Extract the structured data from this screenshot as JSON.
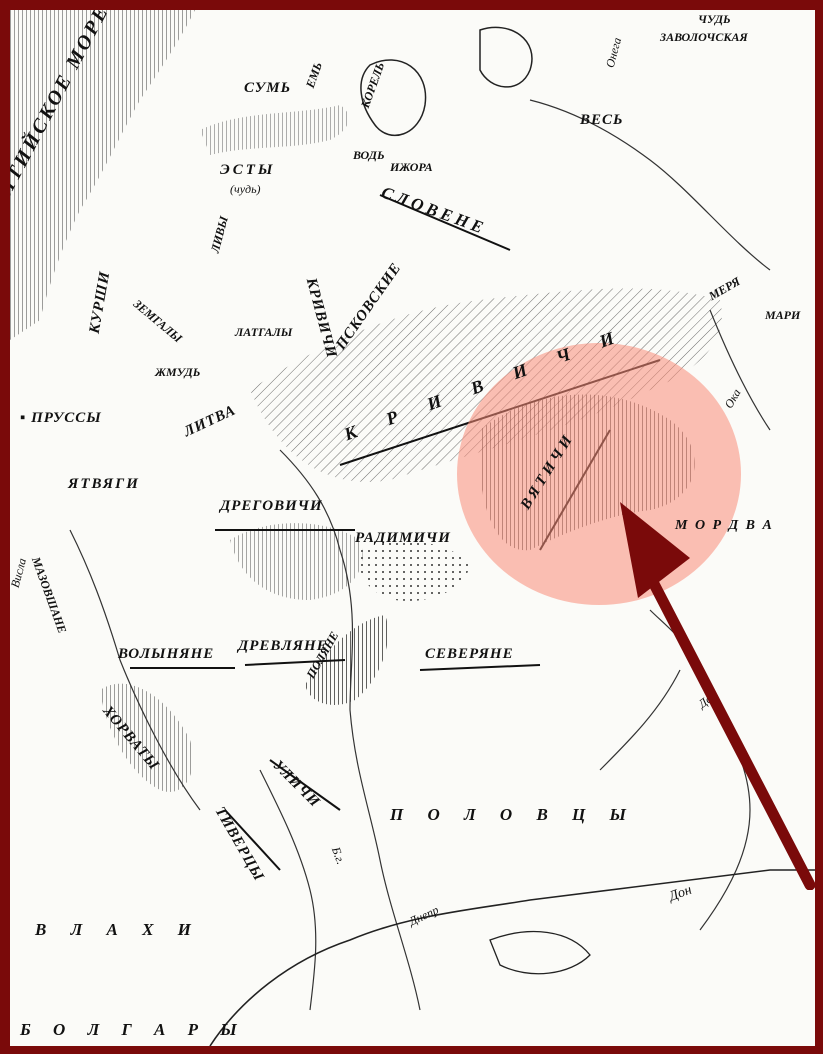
{
  "labels": {
    "sea": "БАЛТИЙСКОЕ МОРЕ",
    "sum": "СУМЬ",
    "em": "ЕМЬ",
    "koreli": "КОРЕЛЬ",
    "onega": "Онега",
    "chud_zav_1": "ЧУДЬ",
    "chud_zav_2": "ЗАВОЛОЧСКАЯ",
    "ves": "ВЕСЬ",
    "vod": "ВОДЬ",
    "izhora": "ИЖОРА",
    "esty": "ЭСТЫ",
    "chud": "(чудь)",
    "slovene": "СЛОВЕНЕ",
    "livy": "ЛИВЫ",
    "krivichi": "КРИВИЧИ",
    "kurshi": "КУРШИ",
    "zemgaly": "ЗЕМГАЛЫ",
    "latgaly": "ЛАТГАЛЫ",
    "pskovskie": "ПСКОВСКИЕ",
    "merya": "МЕРЯ",
    "mari": "МАРИ",
    "zhmud": "ЖМУДЬ",
    "prussy": "ПРУССЫ",
    "litva": "ЛИТВА",
    "krivichi_wide": "К Р И В И Ч И",
    "oka": "Ока",
    "vyatichi": "ВЯТИЧИ",
    "yatvyagi": "ЯТВЯГИ",
    "dregovichi": "ДРЕГОВИЧИ",
    "radimichi": "РАДИМИЧИ",
    "mordva": "М О Р Д В А",
    "mazovshane": "МАЗОВШАНЕ",
    "visla": "Висла",
    "volynyane": "ВОЛЫНЯНЕ",
    "drevlyane": "ДРЕВЛЯНЕ",
    "polyane": "ПОЛЯНЕ",
    "severyane": "СЕВЕРЯНЕ",
    "don_upper": "Дон",
    "horvaty": "ХОРВАТЫ",
    "ulichi": "УЛИЧИ",
    "tivertsy": "ТИВЕРЦЫ",
    "bug": "Б.г.",
    "polovtsy": "П О Л О В Ц Ы",
    "dnepr": "Днепр",
    "don_lower": "Дон",
    "vlahi": "В Л А Х И",
    "bolgary": "Б О Л Г А Р Ы"
  },
  "colors": {
    "frame": "#7a0a0a",
    "highlight": "#f98c78",
    "arrow": "#7a0a0a",
    "ink": "#111111"
  },
  "icons": {
    "pointer": "arrow-icon"
  }
}
